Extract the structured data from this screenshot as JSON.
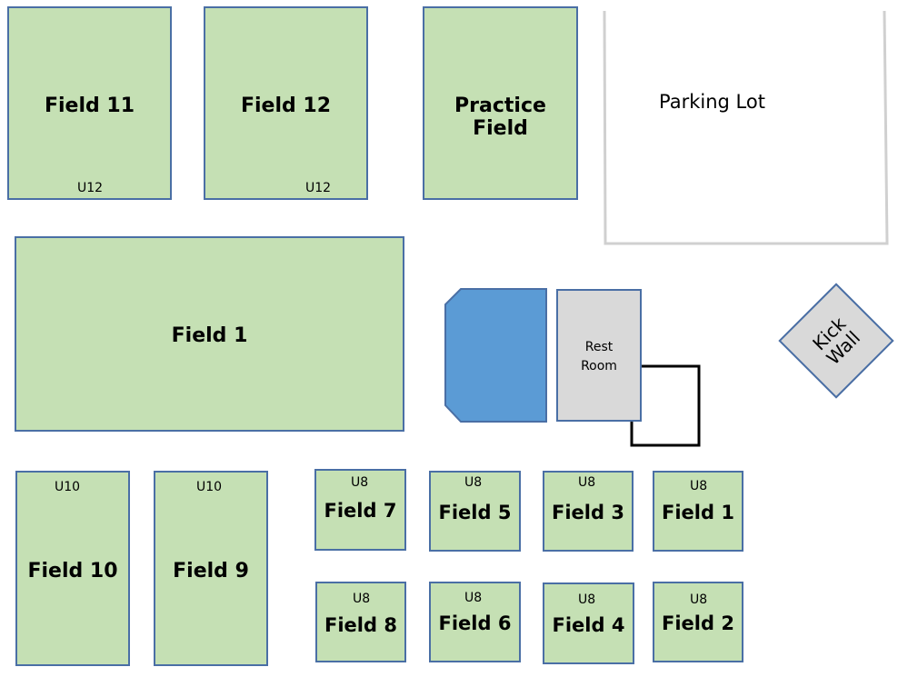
{
  "fields": {
    "field11": {
      "name": "Field 11",
      "age": "U12"
    },
    "field12": {
      "name": "Field 12",
      "age": "U12"
    },
    "practice": {
      "name": "Practice Field"
    },
    "field1_big": {
      "name": "Field 1"
    },
    "field10": {
      "name": "Field 10",
      "age": "U10"
    },
    "field9": {
      "name": "Field 9",
      "age": "U10"
    },
    "field7": {
      "name": "Field 7",
      "age": "U8"
    },
    "field5": {
      "name": "Field 5",
      "age": "U8"
    },
    "field3": {
      "name": "Field 3",
      "age": "U8"
    },
    "field1_small": {
      "name": "Field 1",
      "age": "U8"
    },
    "field8": {
      "name": "Field 8",
      "age": "U8"
    },
    "field6": {
      "name": "Field 6",
      "age": "U8"
    },
    "field4": {
      "name": "Field 4",
      "age": "U8"
    },
    "field2": {
      "name": "Field 2",
      "age": "U8"
    }
  },
  "parking_lot": {
    "label": "Parking Lot"
  },
  "restroom": {
    "line1": "Rest",
    "line2": "Room"
  },
  "kick_wall": {
    "line1": "Kick",
    "line2": "Wall"
  },
  "colors": {
    "field_fill": "#c5e0b4",
    "field_border": "#4a6fa5",
    "building_fill": "#5b9bd5",
    "restroom_fill": "#d9d9d9"
  }
}
